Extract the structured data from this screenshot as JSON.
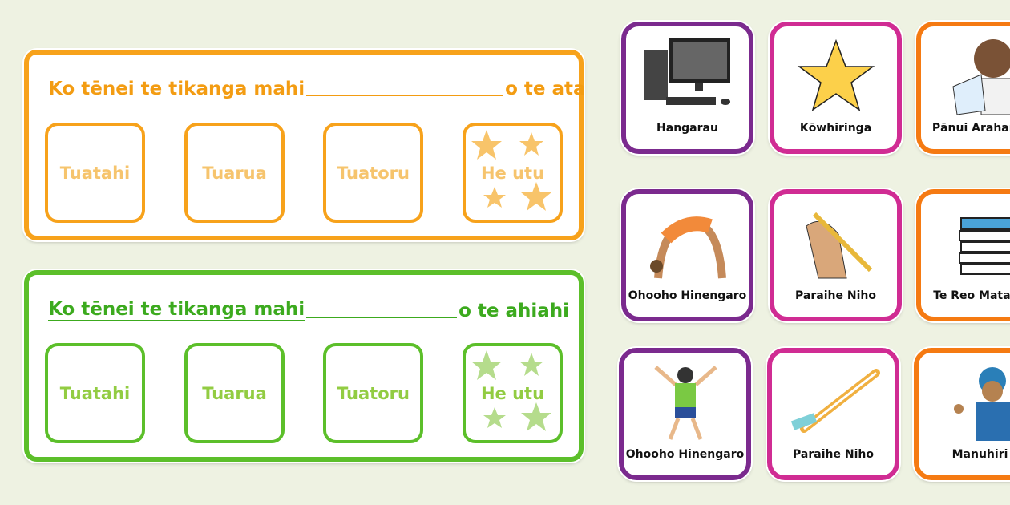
{
  "morning_board": {
    "title_start": "Ko tēnei te tikanga mahi",
    "title_end": "o te ata",
    "boxes": [
      "Tuatahi",
      "Tuarua",
      "Tuatoru",
      "He utu"
    ]
  },
  "evening_board": {
    "title_start": "Ko tēnei te tikanga mahi",
    "title_end": "o te ahiahi",
    "boxes": [
      "Tuatahi",
      "Tuarua",
      "Tuatoru",
      "He utu"
    ]
  },
  "cards": [
    {
      "label": "Hangarau",
      "icon": "computer-icon",
      "color": "#7b2a8e"
    },
    {
      "label": "Kōwhiringa",
      "icon": "star-icon",
      "color": "#d02c93"
    },
    {
      "label": "Pānui Arahanga",
      "icon": "reading-icon",
      "color": "#f57a12"
    },
    {
      "label": "Ohooho Hinengaro",
      "icon": "yoga-icon",
      "color": "#7b2a8e"
    },
    {
      "label": "Paraihe Niho",
      "icon": "writing-hand-icon",
      "color": "#d02c93"
    },
    {
      "label": "Te Reo Matatini",
      "icon": "books-icon",
      "color": "#f57a12"
    },
    {
      "label": "Ohooho Hinengaro",
      "icon": "star-jump-icon",
      "color": "#7b2a8e"
    },
    {
      "label": "Paraihe Niho",
      "icon": "toothbrush-icon",
      "color": "#d02c93"
    },
    {
      "label": "Manuhiri",
      "icon": "visitor-icon",
      "color": "#f57a12"
    }
  ]
}
